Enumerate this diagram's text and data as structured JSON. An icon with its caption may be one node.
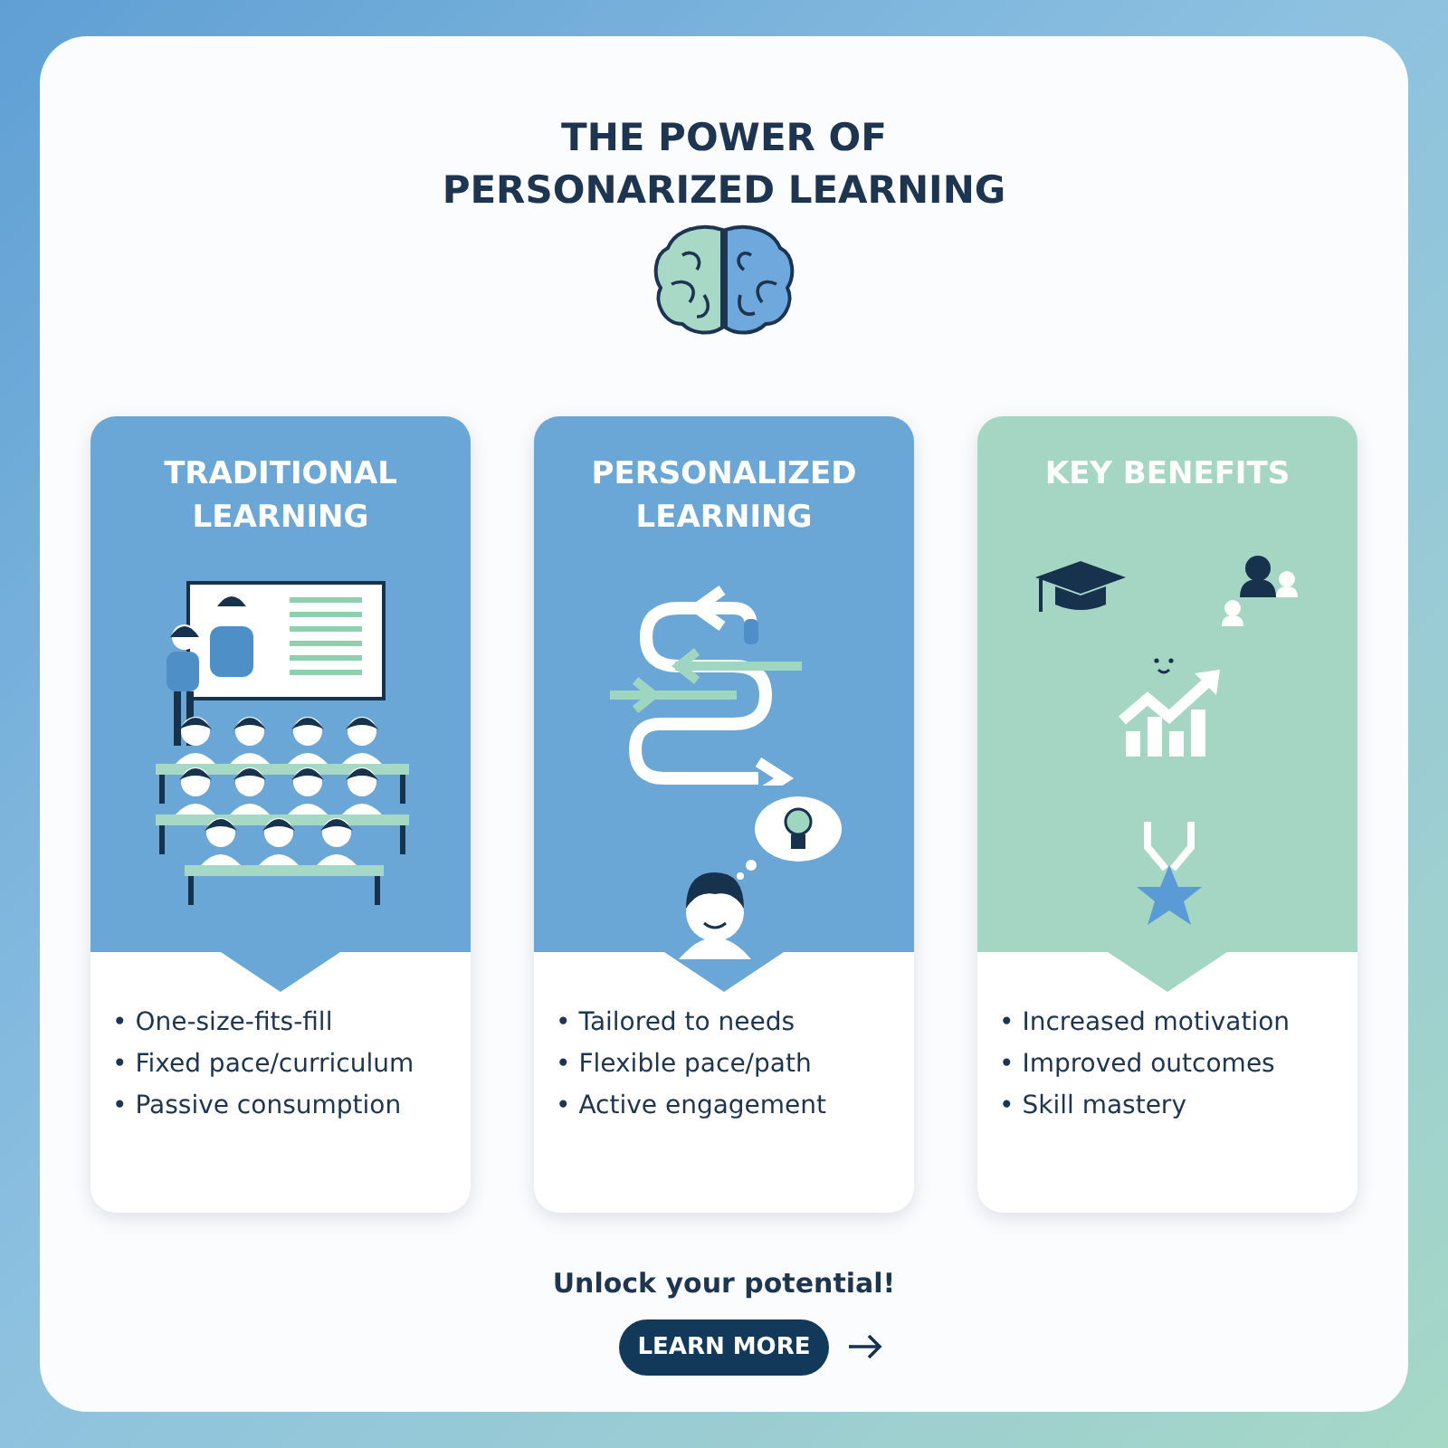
{
  "diagram": {
    "title": "THE POWER OF PERSONARIZED LEARNING",
    "nodes": [
      {
        "text": [
          "TRADITIONAL LEARNING",
          "• One-size-fits-fill",
          "• Fixed pace/curriculum",
          "• Passive consumption"
        ]
      },
      {
        "text": [
          "PERSONALIZED LEARNING",
          "• Tailored to needs",
          "• Flexible pace/path",
          "• Active engagement"
        ]
      },
      {
        "text": [
          "KEY BENEFITS",
          "• Increased motivation",
          "• Improved outcomes",
          "• Skill mastery"
        ]
      }
    ],
    "labels": [
      "Unlock your potential!",
      "LEARN MORE"
    ]
  }
}
